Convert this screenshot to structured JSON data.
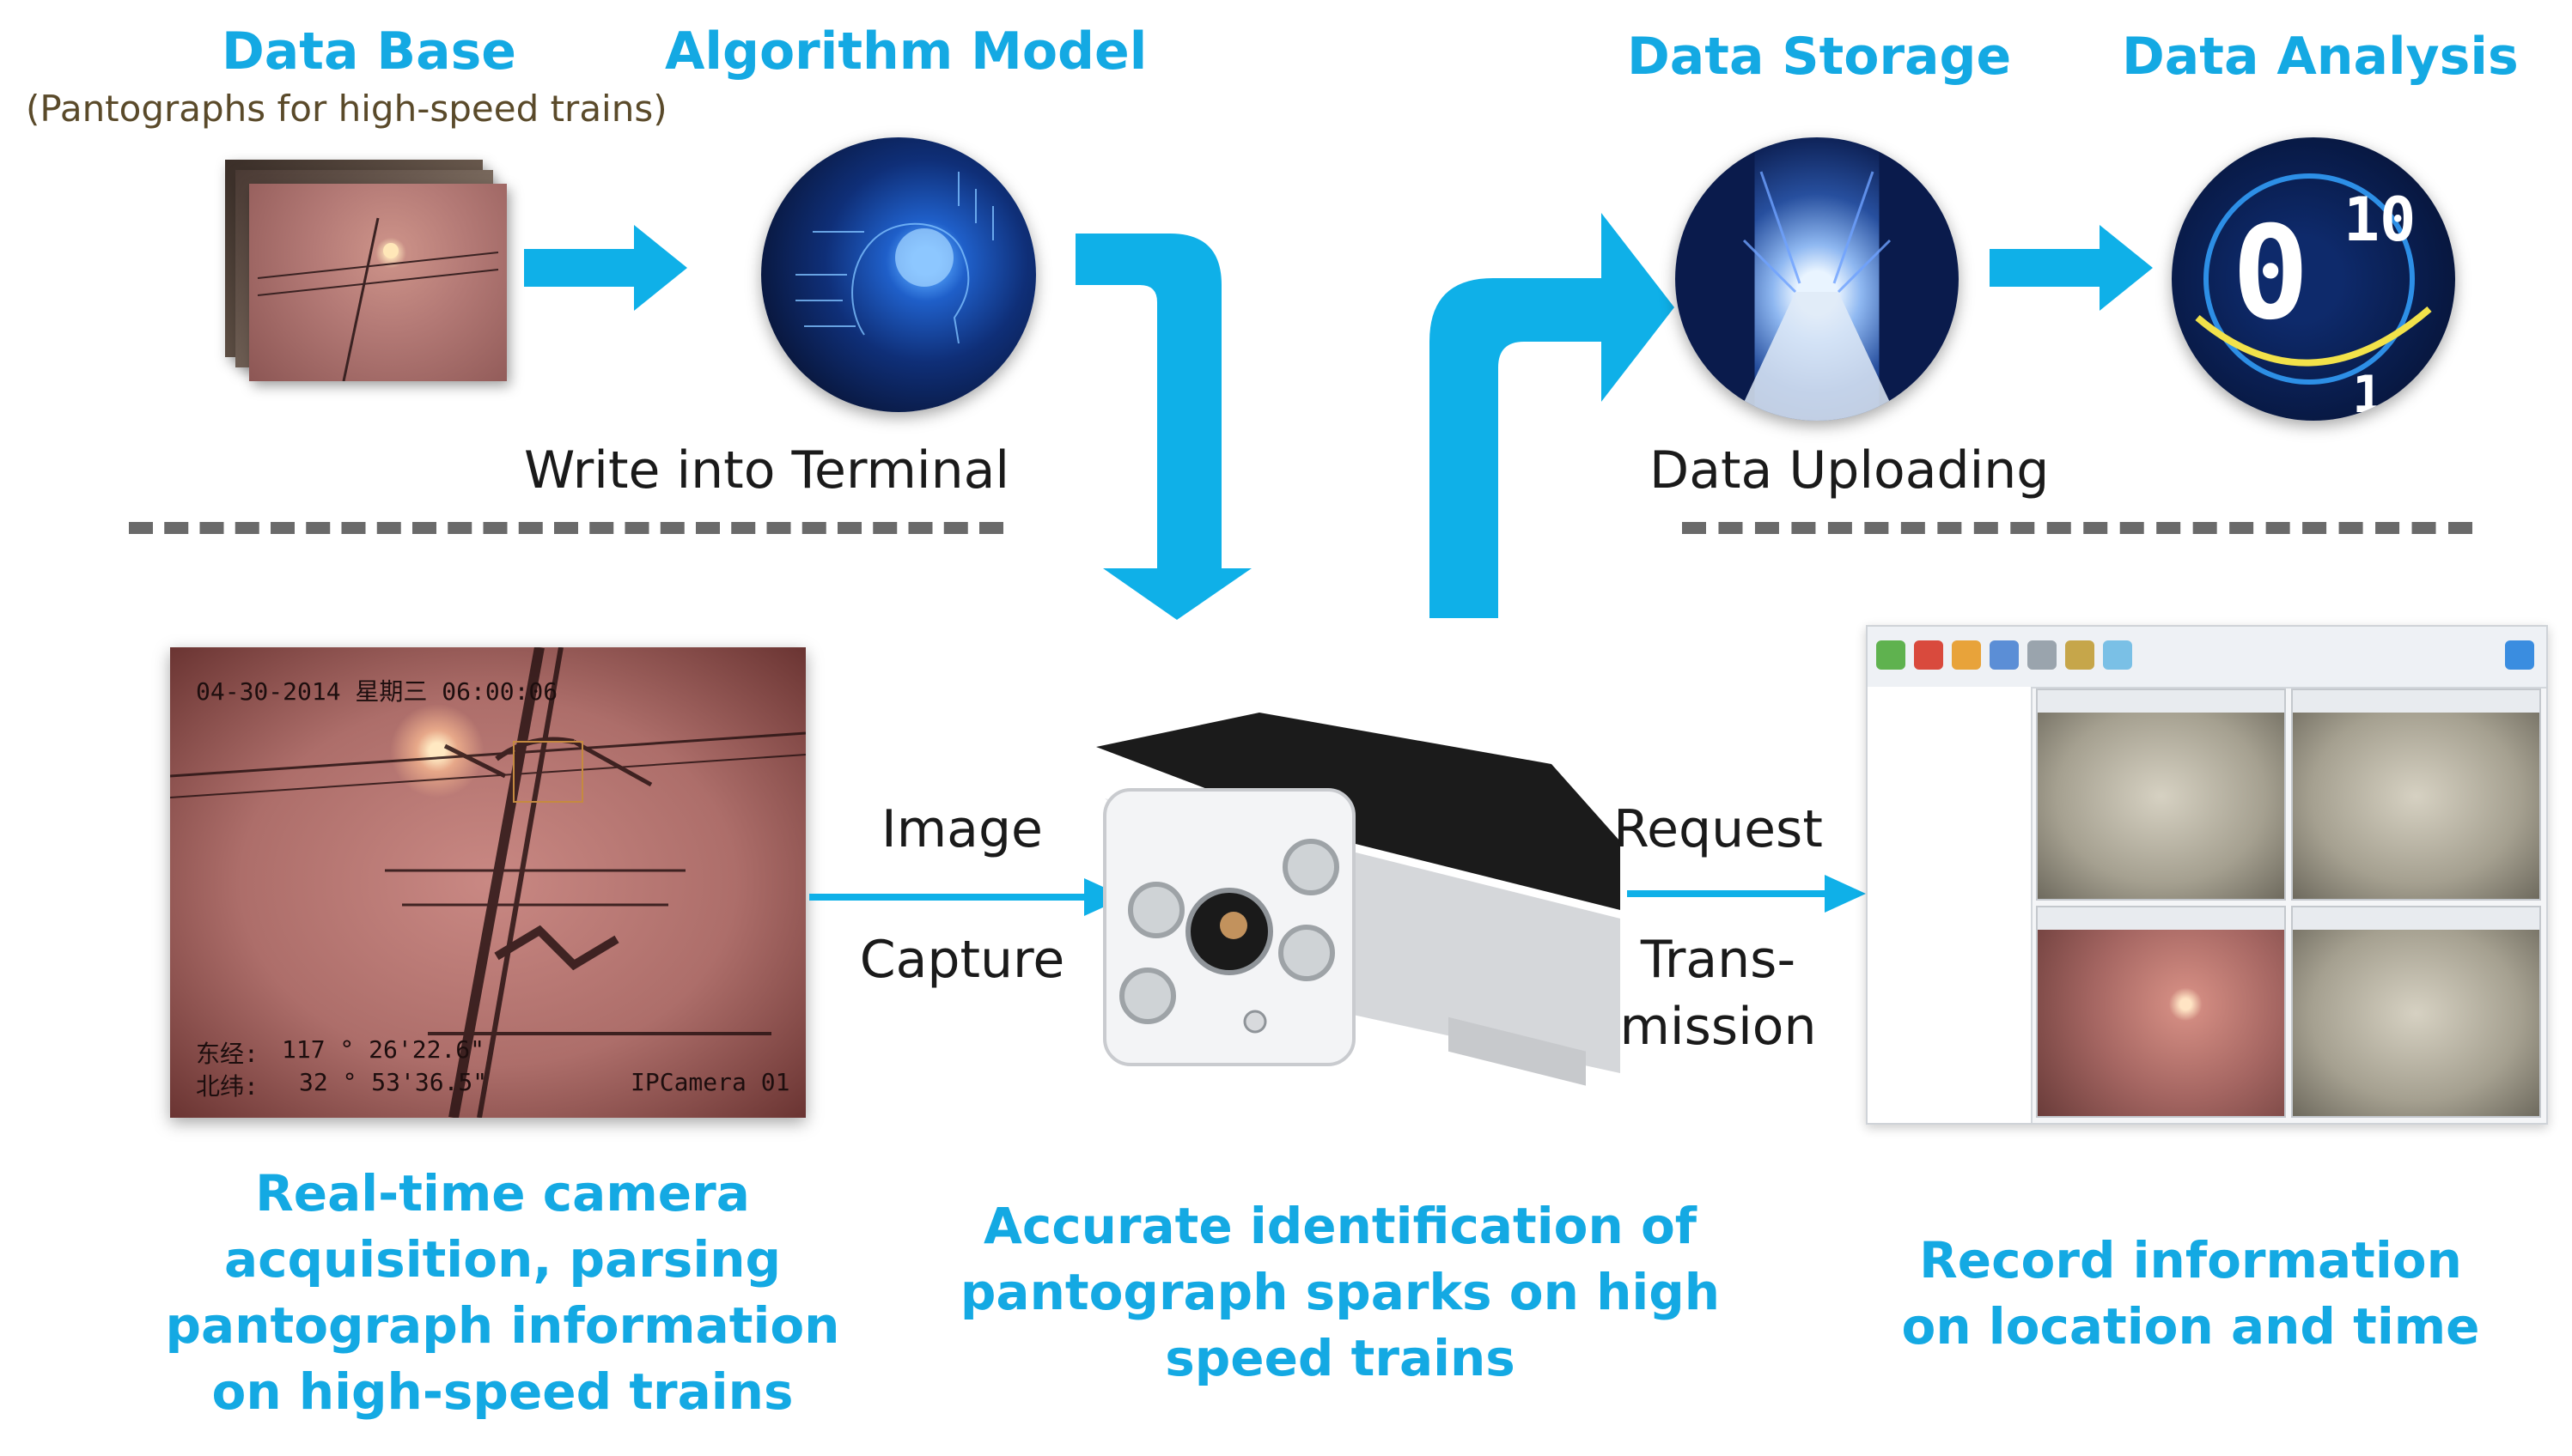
{
  "headings": {
    "data_base": "Data Base",
    "data_base_note": "(Pantographs for high-speed trains)",
    "algorithm_model": "Algorithm Model",
    "data_storage": "Data Storage",
    "data_analysis": "Data Analysis"
  },
  "flow_labels": {
    "write_terminal": "Write into Terminal",
    "data_uploading": "Data Uploading",
    "image": "Image",
    "capture": "Capture",
    "request": "Request",
    "trans": "Trans-",
    "mission": "mission"
  },
  "camera_overlay": {
    "datetime": "04-30-2014 星期三 06:00:06",
    "longitude_label": "东经:",
    "longitude": "117 ° 26'22.6\"",
    "latitude_label": "北纬:",
    "latitude": "32 ° 53'36.5\"",
    "camera_name": "IPCamera 01"
  },
  "captions": {
    "left": [
      "Real-time camera",
      "acquisition, parsing",
      "pantograph information",
      "on high-speed trains"
    ],
    "middle": [
      "Accurate identification of",
      "pantograph sparks on high",
      "speed trains"
    ],
    "right": [
      "Record information",
      "on location and time"
    ]
  },
  "analysis_glyphs": [
    "0",
    "10",
    "1.0"
  ],
  "colors": {
    "accent": "#14a9e3",
    "arrow": "#0fb0e8",
    "dashes": "#6a6a6a",
    "text": "#1a1a1a"
  }
}
